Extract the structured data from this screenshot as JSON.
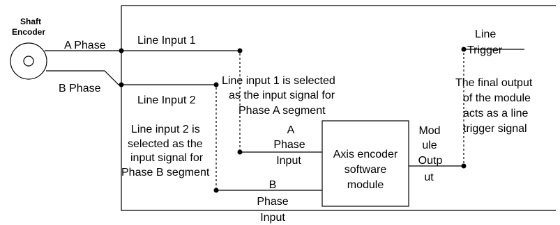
{
  "encoder": {
    "title_line1": "Shaft",
    "title_line2": "Encoder"
  },
  "phases": {
    "a": "A Phase",
    "b": "B Phase"
  },
  "line_inputs": {
    "one": "Line Input 1",
    "two": "Line Input 2"
  },
  "notes": {
    "input1": [
      "Line input 1 is selected",
      "as the input signal for",
      "Phase A segment"
    ],
    "input2": [
      "Line input 2 is",
      "selected as the",
      "input signal for",
      "Phase B segment"
    ],
    "final": [
      "The final output",
      "of the module",
      "acts as a line",
      "trigger signal"
    ]
  },
  "module": {
    "a_input": [
      "A",
      "Phase",
      "Input"
    ],
    "b_input": [
      "B",
      "Phase",
      "Input"
    ],
    "name": [
      "Axis encoder",
      "software",
      "module"
    ],
    "output": [
      "Mod",
      "ule",
      "Outp",
      "ut"
    ]
  },
  "line_trigger": [
    "Line",
    "Trigger"
  ]
}
